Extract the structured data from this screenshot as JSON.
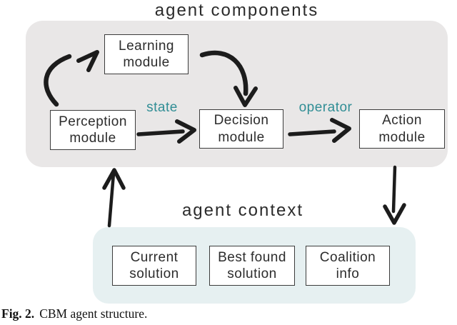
{
  "components_panel": {
    "title": "agent components",
    "bg_color": "#e9e7e7",
    "modules": {
      "learning": "Learning\nmodule",
      "perception": "Perception\nmodule",
      "decision": "Decision\nmodule",
      "action": "Action\nmodule"
    },
    "edge_labels": {
      "state": "state",
      "operator": "operator"
    }
  },
  "context_panel": {
    "title": "agent context",
    "bg_color": "#e6f0f1",
    "items": {
      "current_solution": "Current\nsolution",
      "best_found_solution": "Best found\nsolution",
      "coalition_info": "Coalition\ninfo"
    }
  },
  "caption": {
    "label": "Fig. 2.",
    "text": "CBM agent structure."
  },
  "colors": {
    "accent_teal": "#318e95",
    "arrow_ink": "#1c1c1c",
    "box_border": "#3c3c3c"
  }
}
